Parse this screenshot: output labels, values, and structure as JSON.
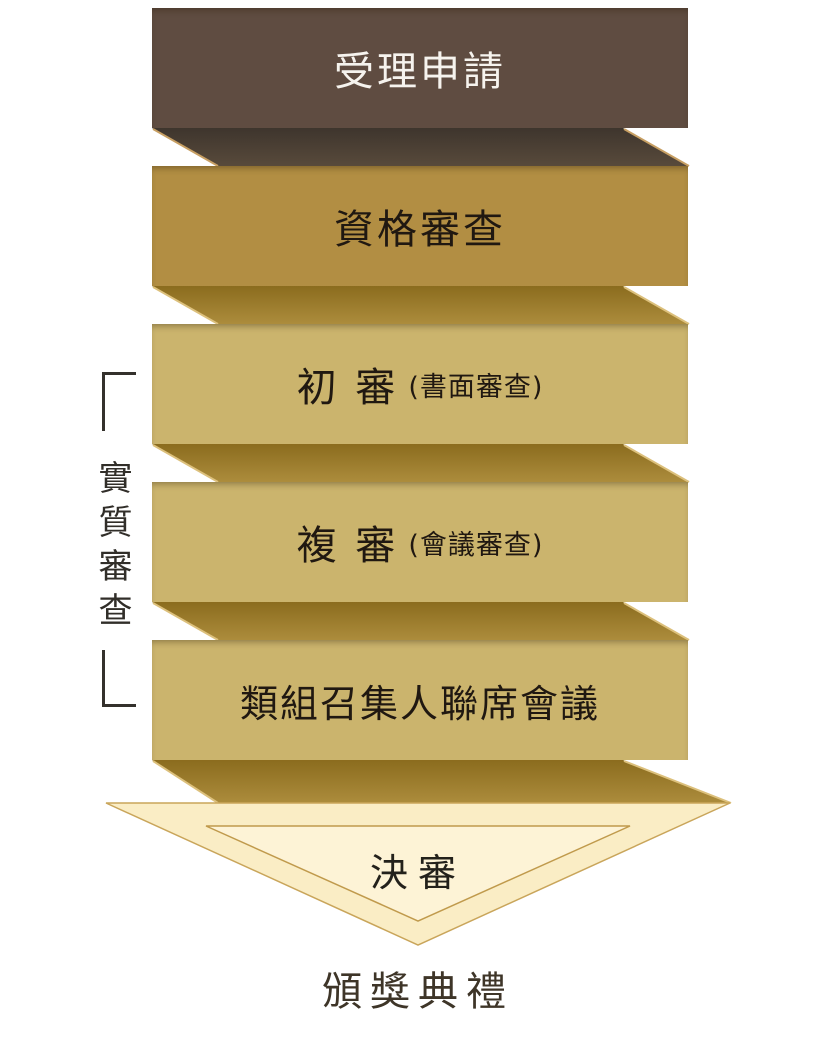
{
  "page": {
    "background": "#FFFFFF",
    "description": "Award review process flow diagram (folded ribbon style)"
  },
  "diagram": {
    "steps": [
      {
        "label": "受理申請"
      },
      {
        "label": "資格審查"
      },
      {
        "label": "初 審",
        "sublabel": "(書面審查)"
      },
      {
        "label": "複 審",
        "sublabel": "(會議審查)"
      },
      {
        "label": "類組召集人聯席會議"
      }
    ],
    "final": {
      "label": "決審"
    },
    "footer": {
      "label": "頒獎典禮"
    },
    "side_annotation": {
      "label": "實質審查"
    },
    "colors": {
      "box1_fill": "#5F4C41",
      "box1_text": "#F6F3EE",
      "box2_fill": "#B28E43",
      "box_tan_fill": "#CBB46D",
      "box_text_dark": "#201811",
      "fold_brown_dark": "#3E352D",
      "fold_brown_light": "#584A3B",
      "fold_gold_dark": "#8B6C1E",
      "fold_gold_light": "#AC8C3C",
      "fold_edge_brown": "#C79F63",
      "fold_edge_gold": "#DCC07C",
      "triangle_outer_fill": "#FAEDC5",
      "triangle_inner_fill": "#FDF3D6",
      "triangle_outer_stroke": "#C9A55A",
      "triangle_inner_stroke": "#C09A4C",
      "final_text": "#23211B",
      "footer_text": "#3E3528",
      "annotation_text": "#312E29"
    }
  }
}
